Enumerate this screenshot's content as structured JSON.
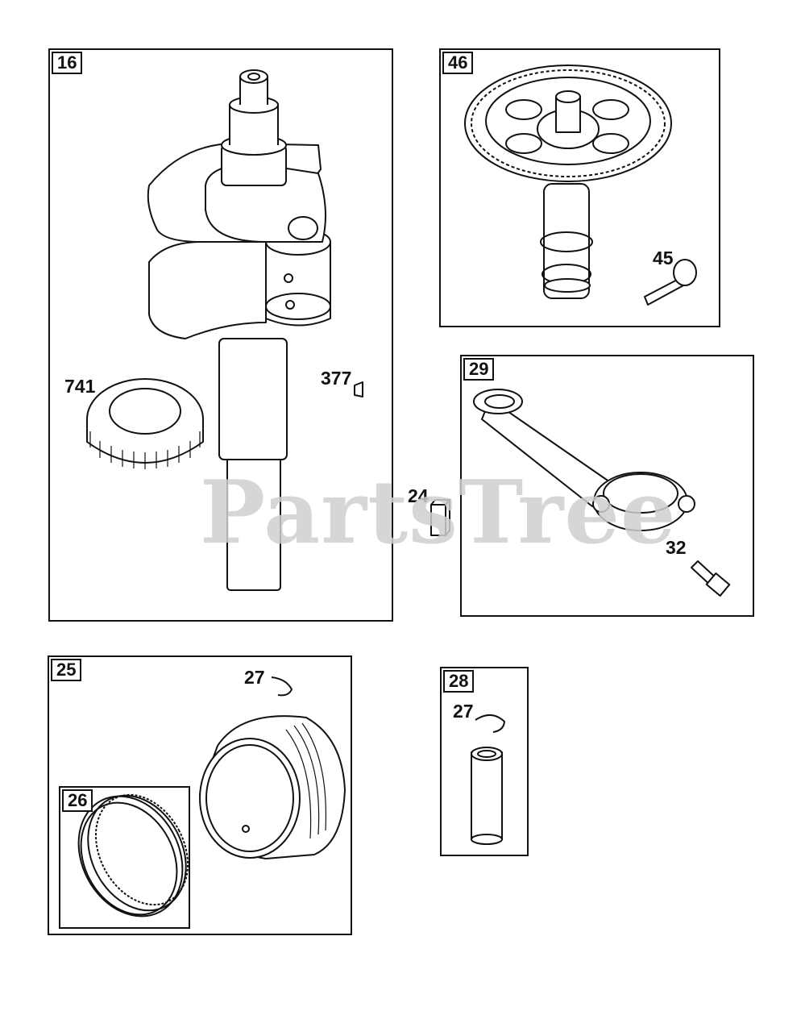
{
  "watermark": "PartsTree",
  "assemblies": [
    {
      "id": "16",
      "name": "crankshaft"
    },
    {
      "id": "46",
      "name": "camshaft"
    },
    {
      "id": "29",
      "name": "connecting-rod"
    },
    {
      "id": "25",
      "name": "piston"
    },
    {
      "id": "26",
      "name": "piston-rings"
    },
    {
      "id": "28",
      "name": "piston-pin"
    }
  ],
  "callouts": {
    "c741": "741",
    "c377": "377",
    "c45": "45",
    "c24": "24",
    "c32": "32",
    "c27a": "27",
    "c27b": "27"
  }
}
